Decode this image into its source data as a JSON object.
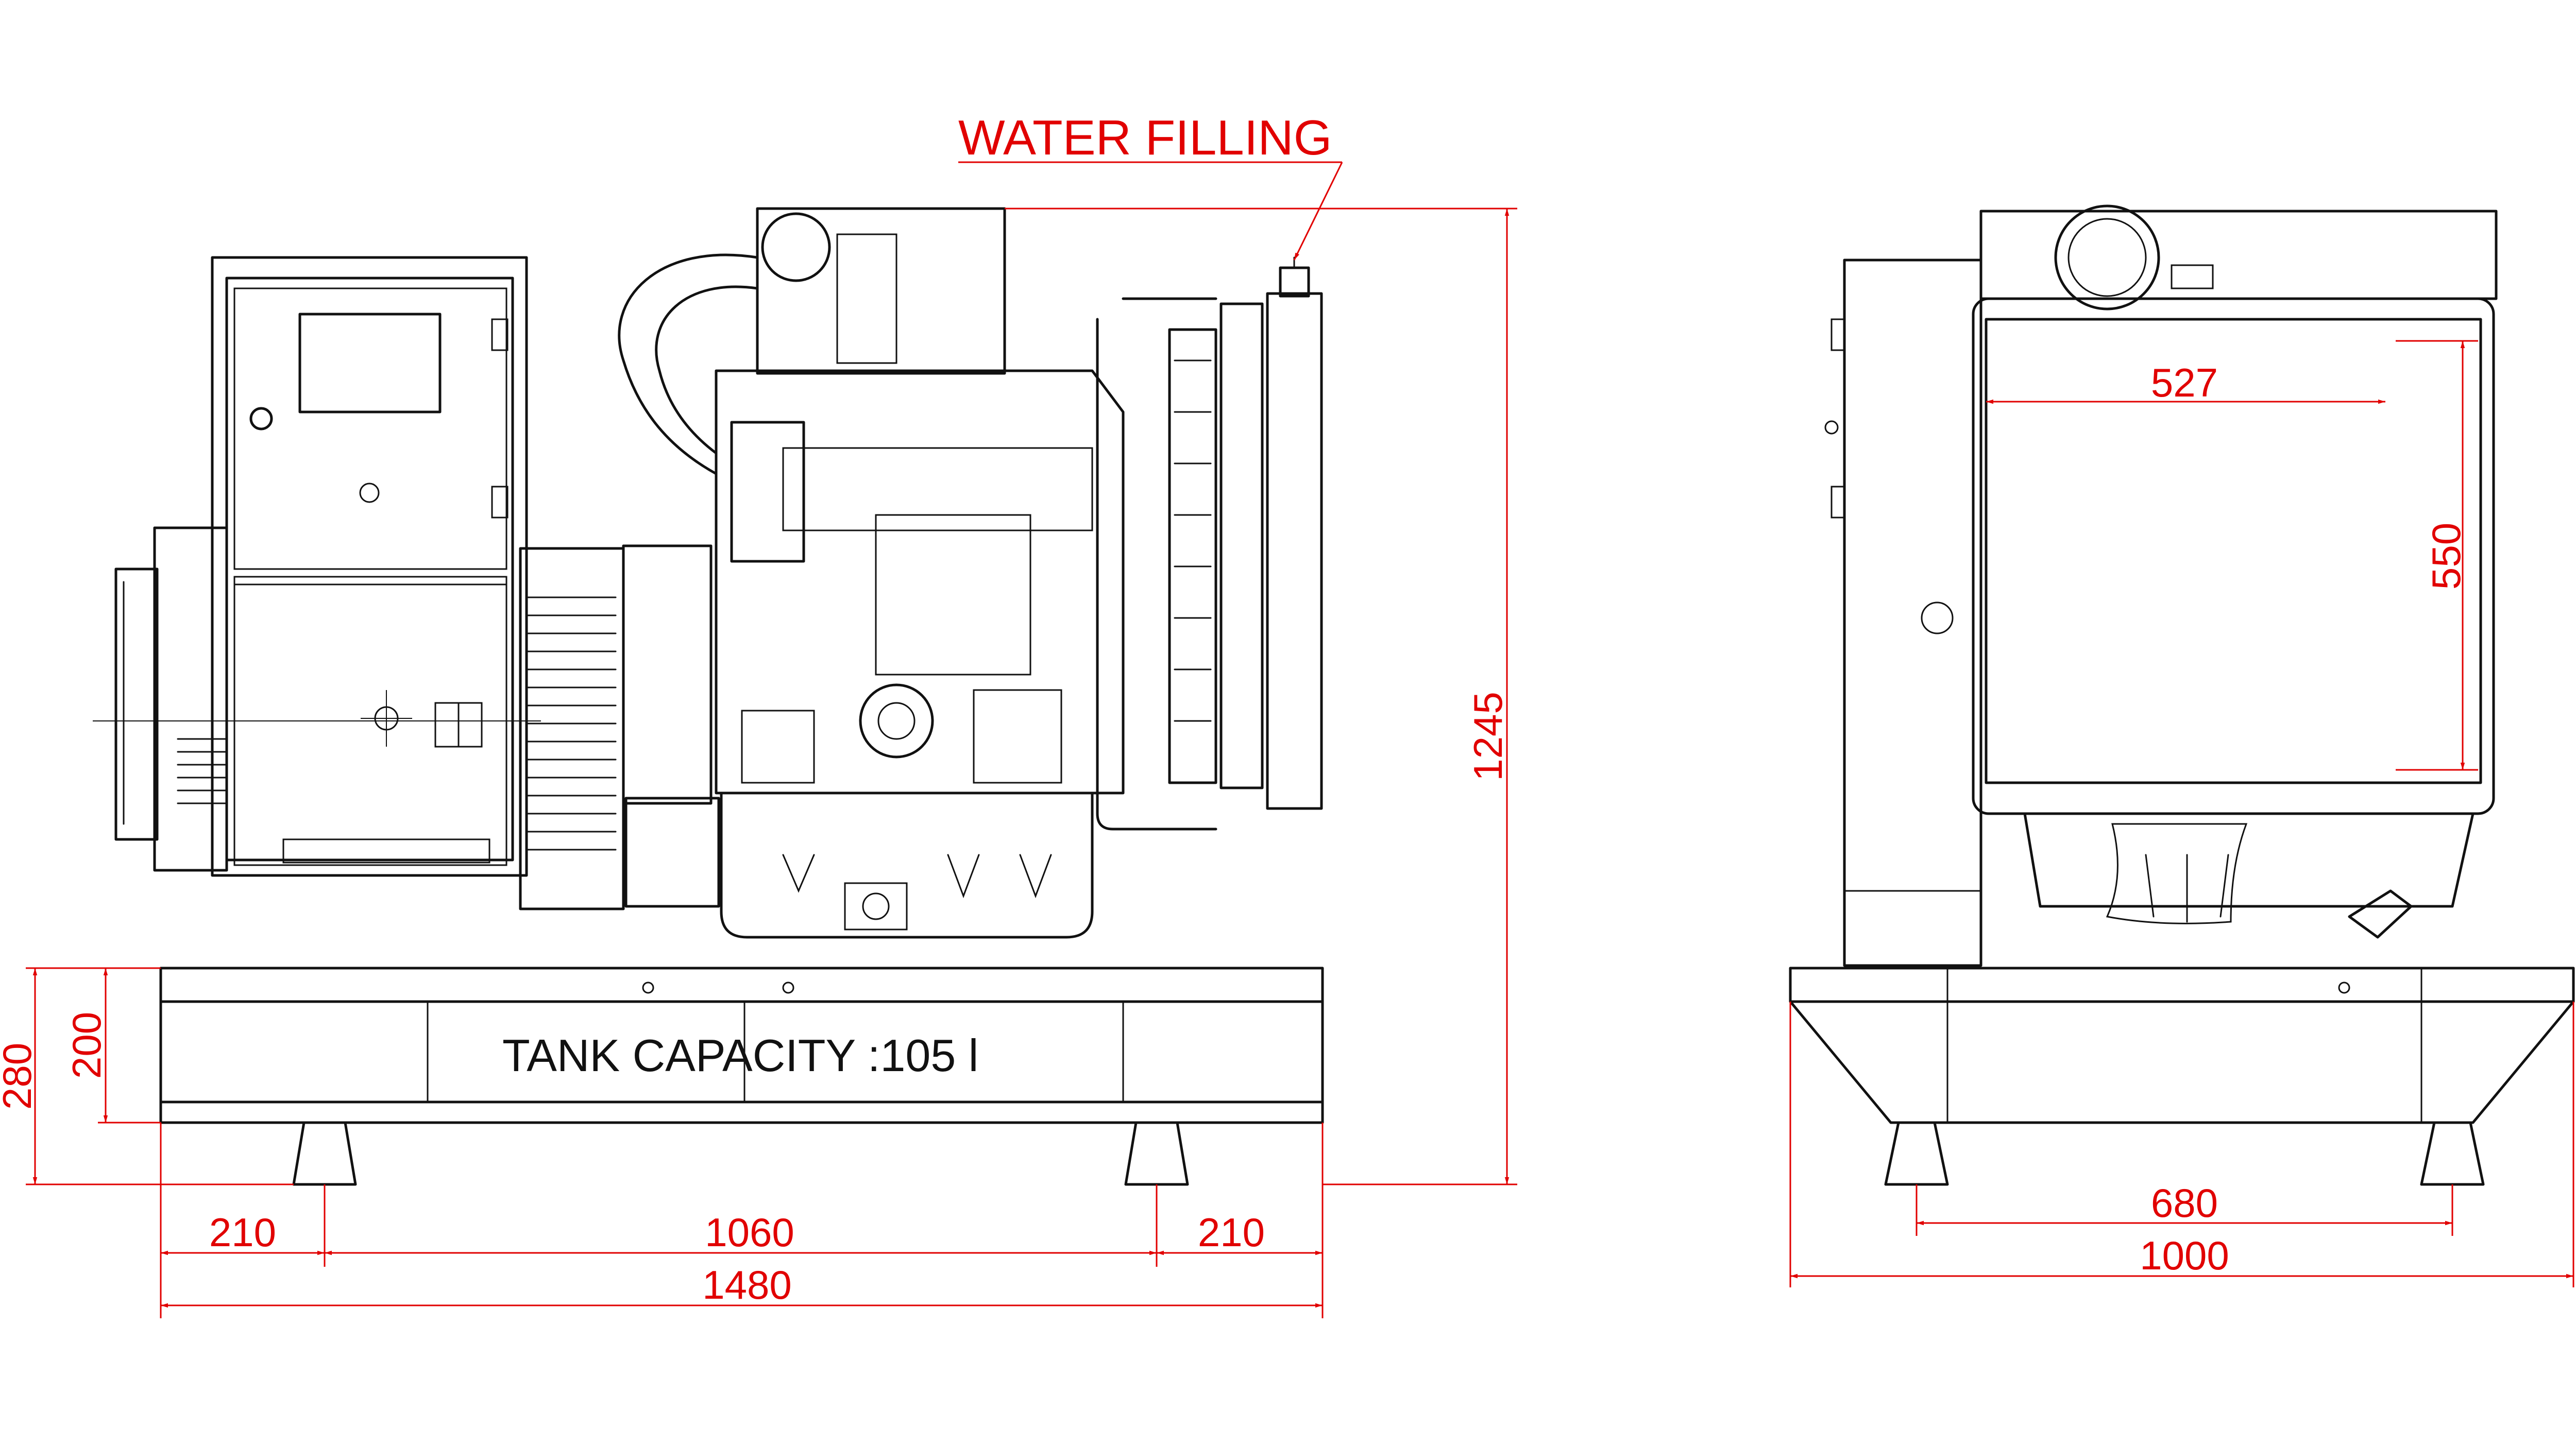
{
  "labels": {
    "water_filling": "WATER FILLING",
    "tank_capacity": "TANK CAPACITY :105 l"
  },
  "dimensions": {
    "front_left_overhang": "210",
    "front_span": "1060",
    "front_right_overhang": "210",
    "front_total_length": "1480",
    "front_height_total": "1245",
    "base_height_outer": "280",
    "base_height_inner": "200",
    "side_radiator_width": "527",
    "side_radiator_height": "550",
    "side_foot_span": "680",
    "side_total_width": "1000"
  },
  "colors": {
    "dimension": "#e10000",
    "outline": "#111111",
    "background": "#ffffff"
  }
}
